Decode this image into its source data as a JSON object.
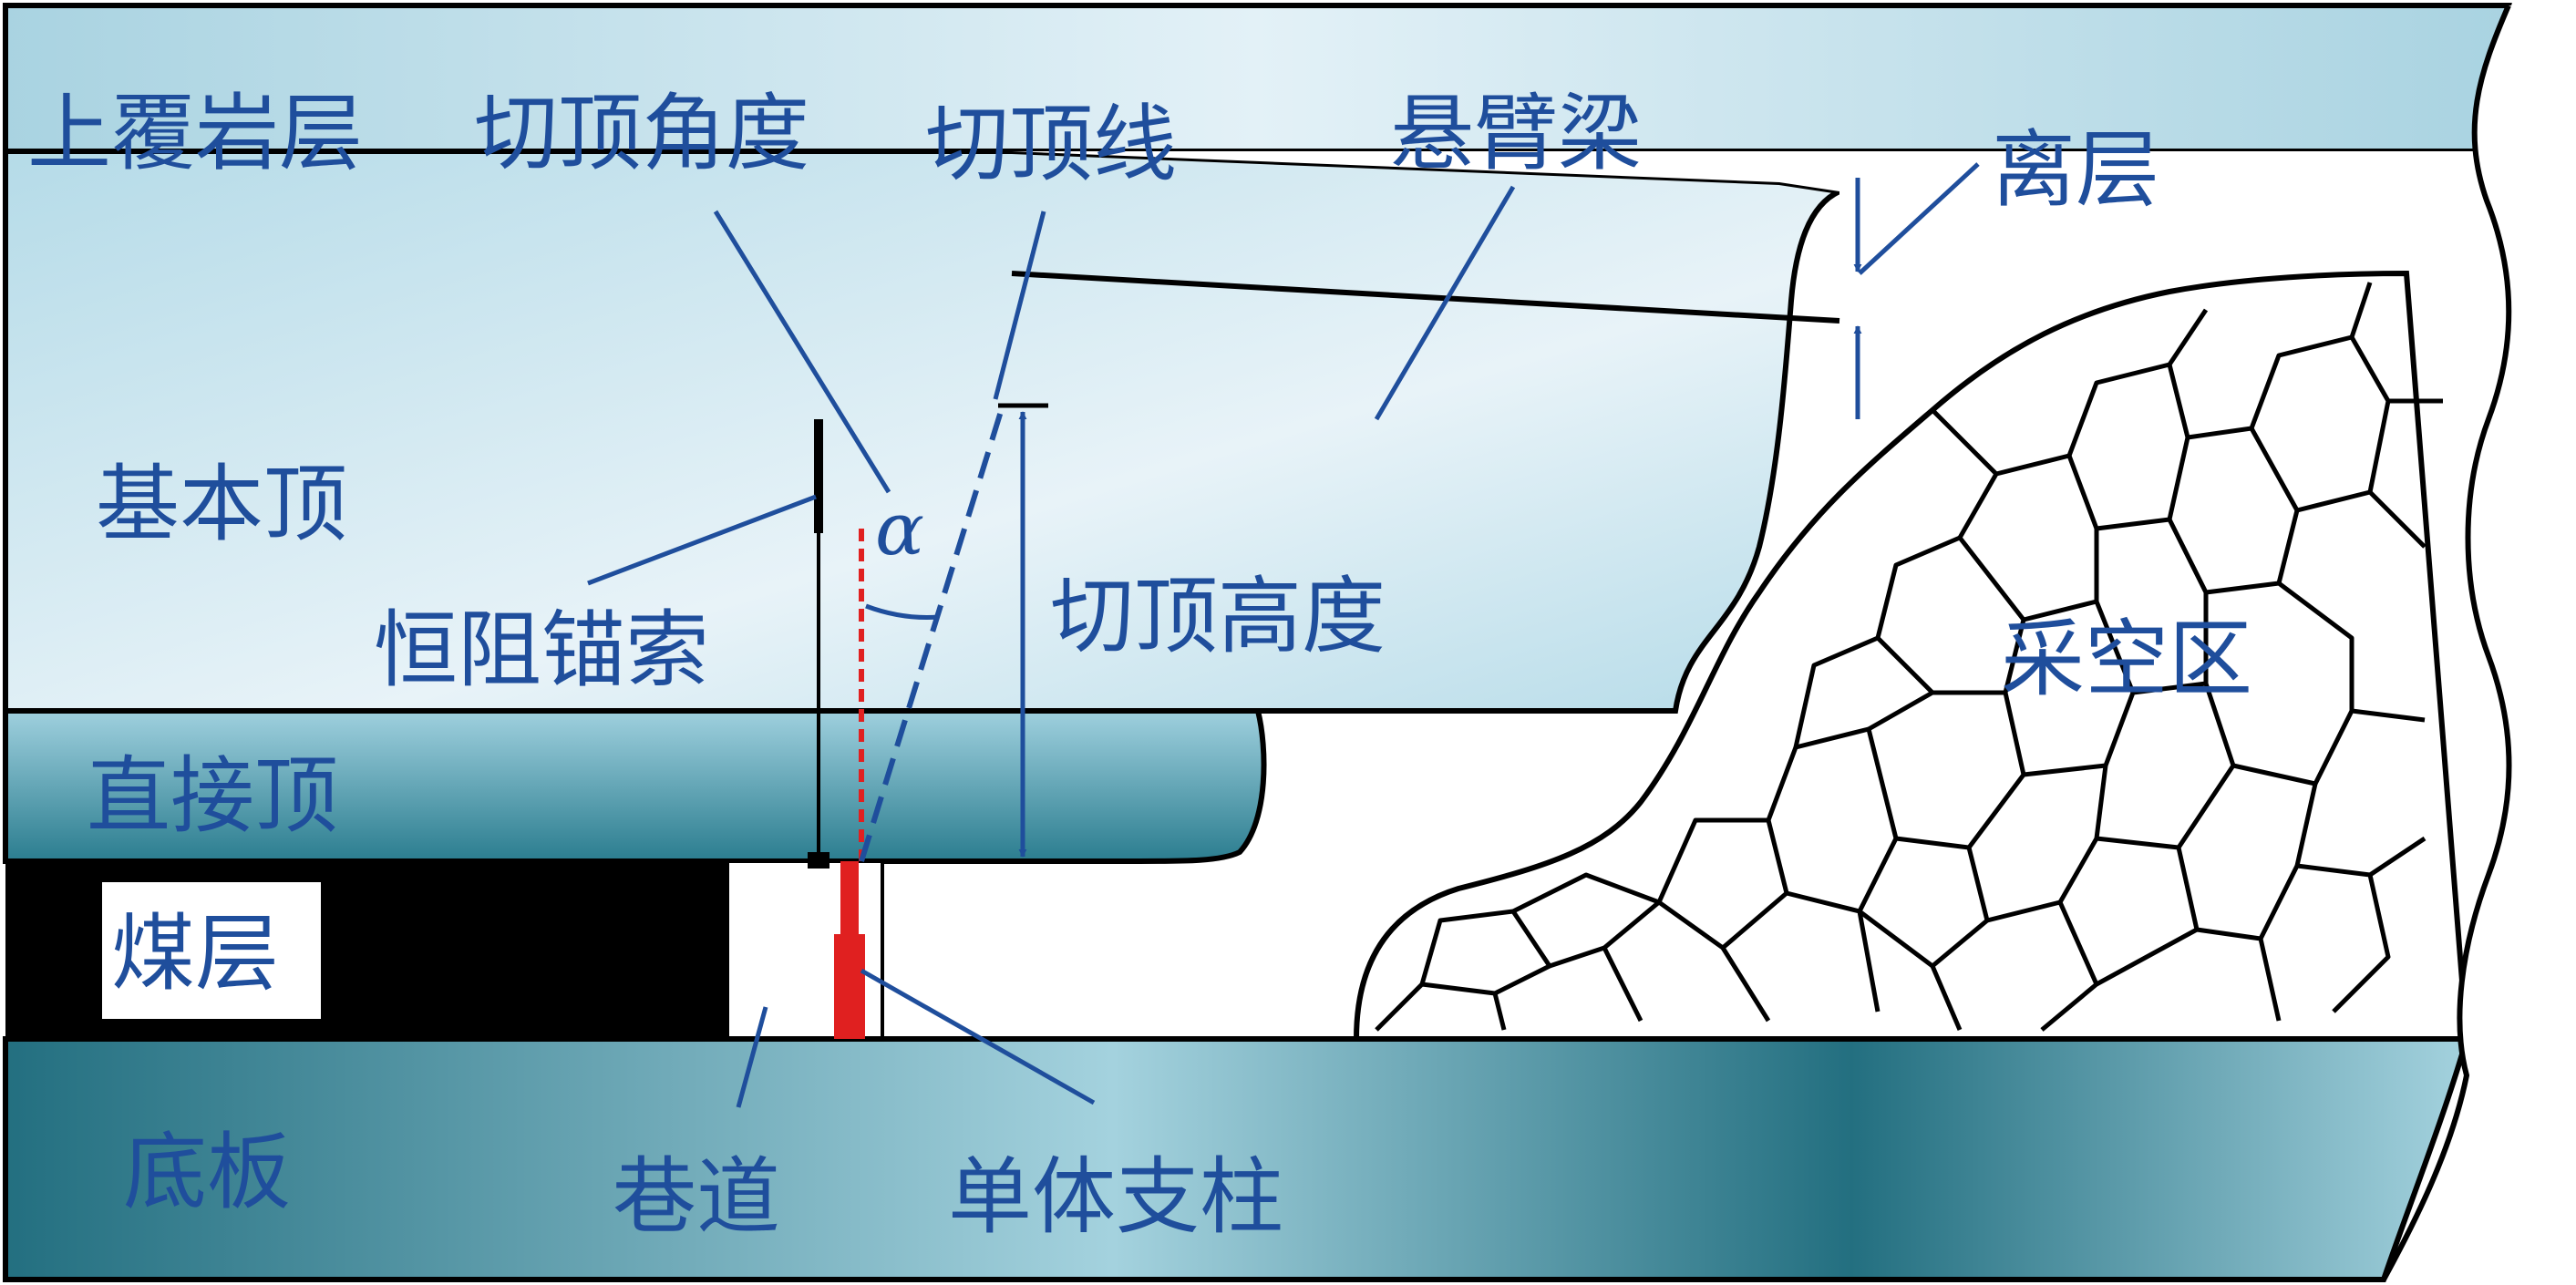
{
  "labels": {
    "overburden": "上覆岩层",
    "cut_angle": "切顶角度",
    "cut_line": "切顶线",
    "cantilever": "悬臂梁",
    "separation": "离层",
    "main_roof": "基本顶",
    "anchor_cable": "恒阻锚索",
    "cut_height": "切顶高度",
    "goaf": "采空区",
    "immediate_roof": "直接顶",
    "coal_seam": "煤层",
    "floor": "底板",
    "roadway": "巷道",
    "single_prop": "单体支柱",
    "alpha": "α"
  },
  "colors": {
    "label_blue": "#1f4e9c",
    "pointer_blue": "#1f4e9c",
    "coal_black": "#000000",
    "prop_red": "#e02020",
    "overburden_light": "#e3f1f7",
    "overburden_mid": "#a9d3e1",
    "roof_light": "#e8f3f8",
    "roof_mid": "#b5dbe8",
    "immediate_light": "#9fd0de",
    "immediate_dark": "#2b7d8f",
    "floor_dark": "#236f80",
    "floor_light": "#a4d2de"
  },
  "icons": {
    "arrow": "arrow-icon"
  }
}
